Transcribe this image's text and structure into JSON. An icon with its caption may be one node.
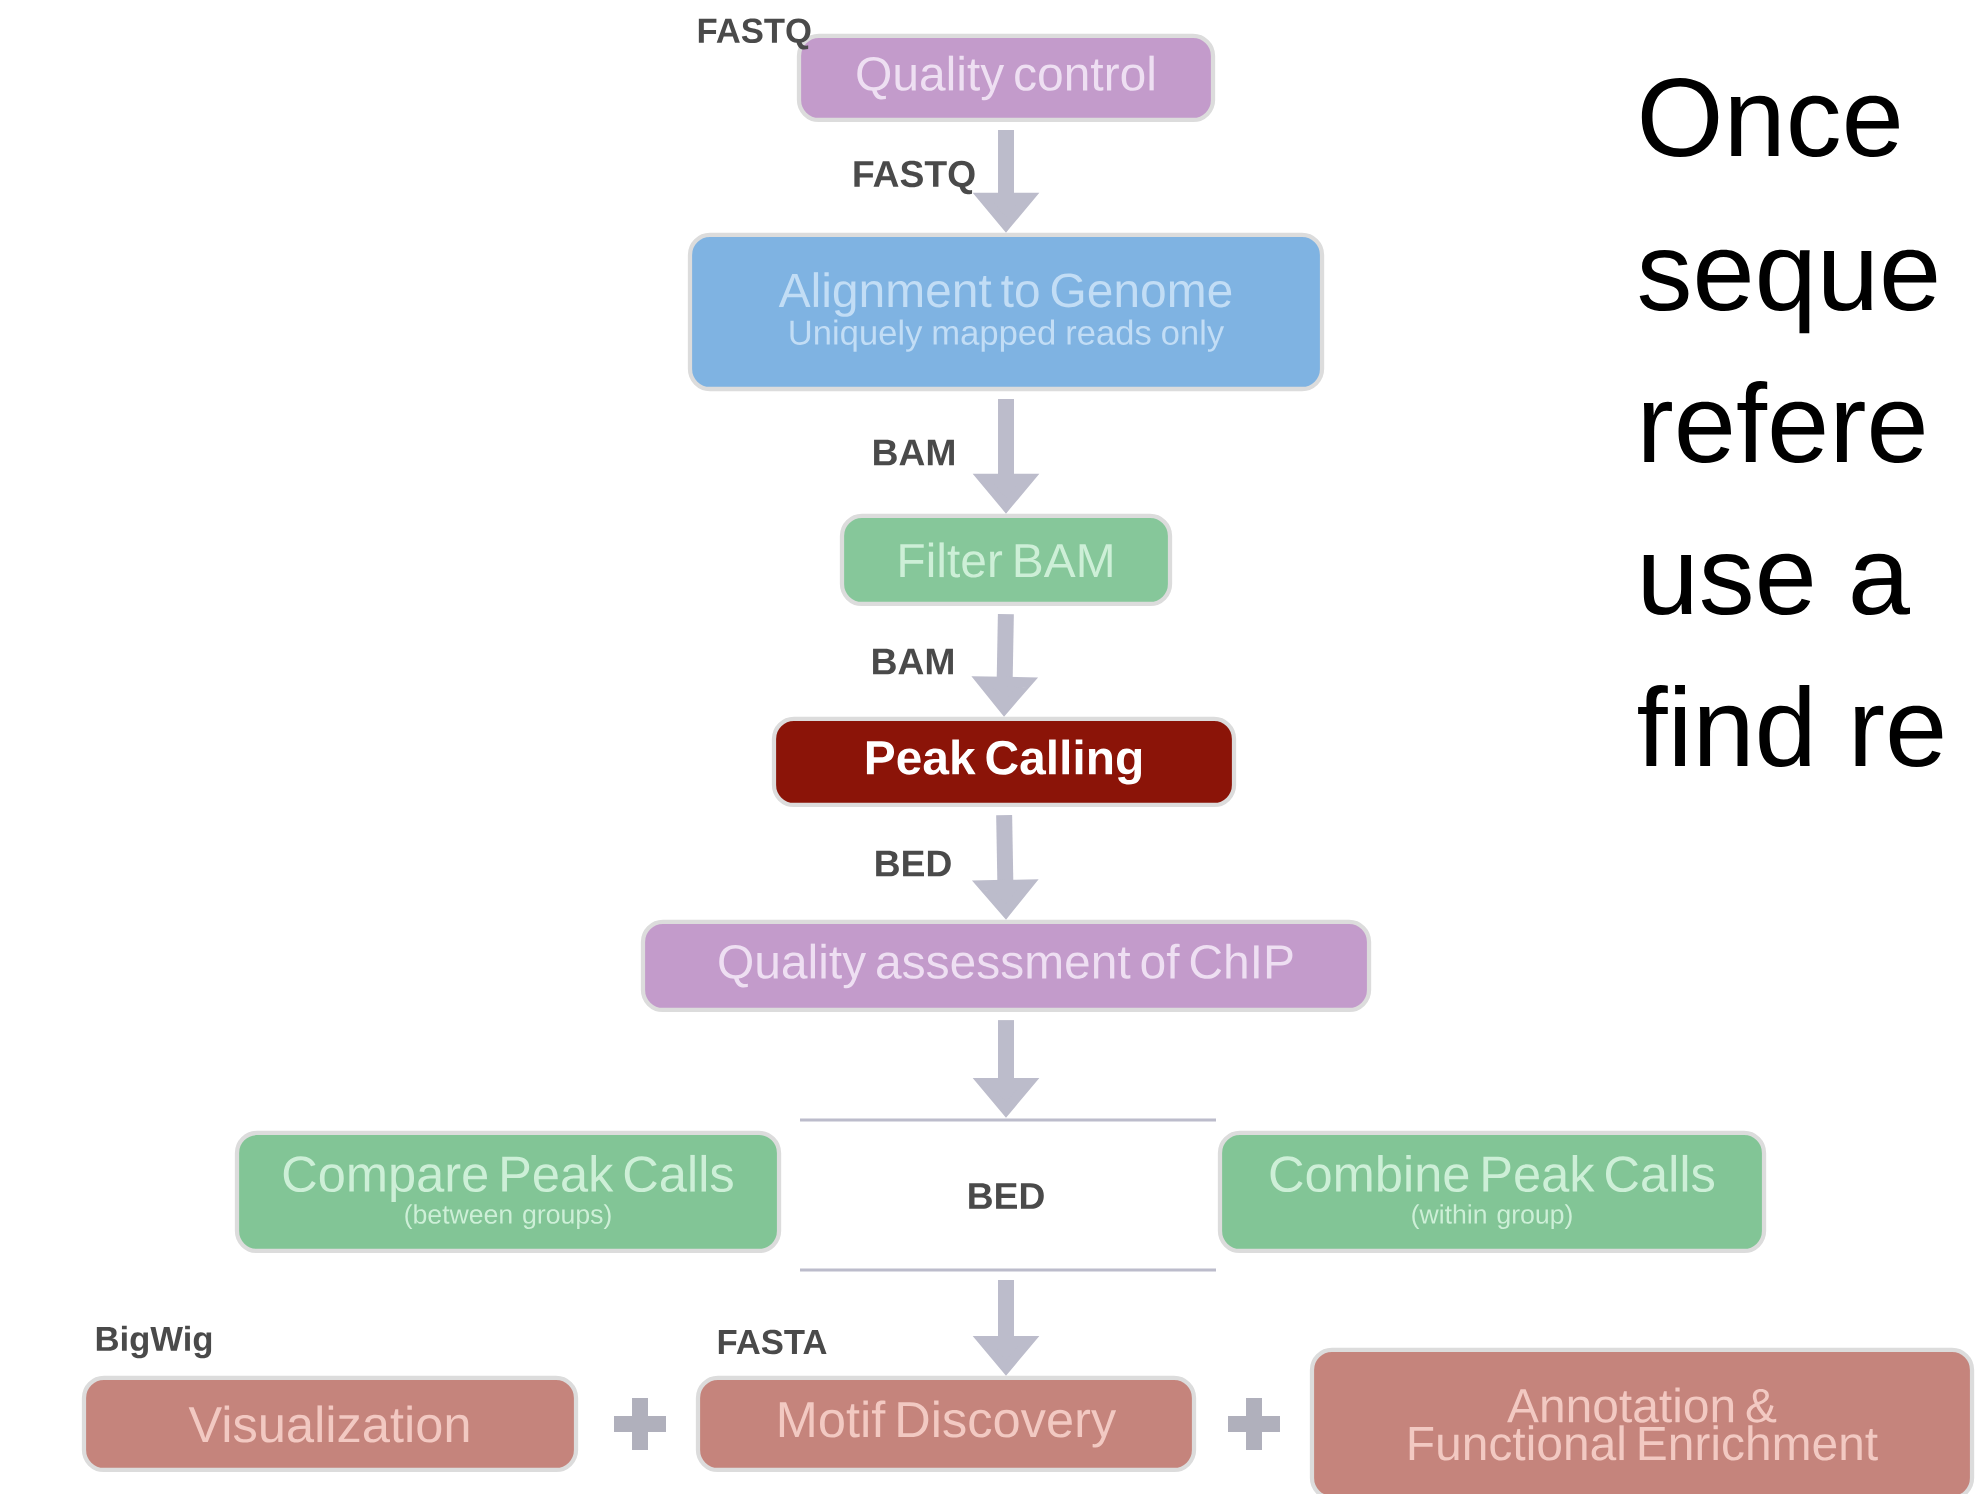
{
  "diagram": {
    "nodes": [
      {
        "text": [
          "Quality control"
        ],
        "beside": [
          "FASTQ"
        ]
      },
      {
        "text": [
          "Alignment to Genome",
          "Uniquely mapped reads only"
        ]
      },
      {
        "text": [
          "Filter BAM"
        ]
      },
      {
        "text": [
          "Peak Calling"
        ]
      },
      {
        "text": [
          "Quality assessment of ChIP"
        ]
      },
      {
        "text": [
          "Compare Peak Calls",
          "(between groups)"
        ]
      },
      {
        "text": [
          "Combine Peak Calls",
          "(within group)"
        ]
      },
      {
        "text": [
          "Visualization"
        ],
        "beside": [
          "BigWig"
        ]
      },
      {
        "text": [
          "Motif Discovery"
        ],
        "beside": [
          "FASTA"
        ]
      },
      {
        "text": [
          "Annotation & Functional Enrichment"
        ]
      }
    ],
    "edges": [
      {
        "from": 0,
        "to": 1,
        "arrow": "to",
        "label": "FASTQ"
      },
      {
        "from": 1,
        "to": 2,
        "arrow": "to",
        "label": "BAM"
      },
      {
        "from": 2,
        "to": 3,
        "arrow": "to",
        "label": "BAM"
      },
      {
        "from": 3,
        "to": 4,
        "arrow": "to",
        "label": "BED"
      },
      {
        "from": 4,
        "to": null,
        "arrow": "to"
      },
      {
        "from": null,
        "to": 8,
        "arrow": "to"
      }
    ],
    "labels": [
      "BED",
      "Once",
      "seque",
      "refere",
      "use a",
      "find re"
    ]
  }
}
